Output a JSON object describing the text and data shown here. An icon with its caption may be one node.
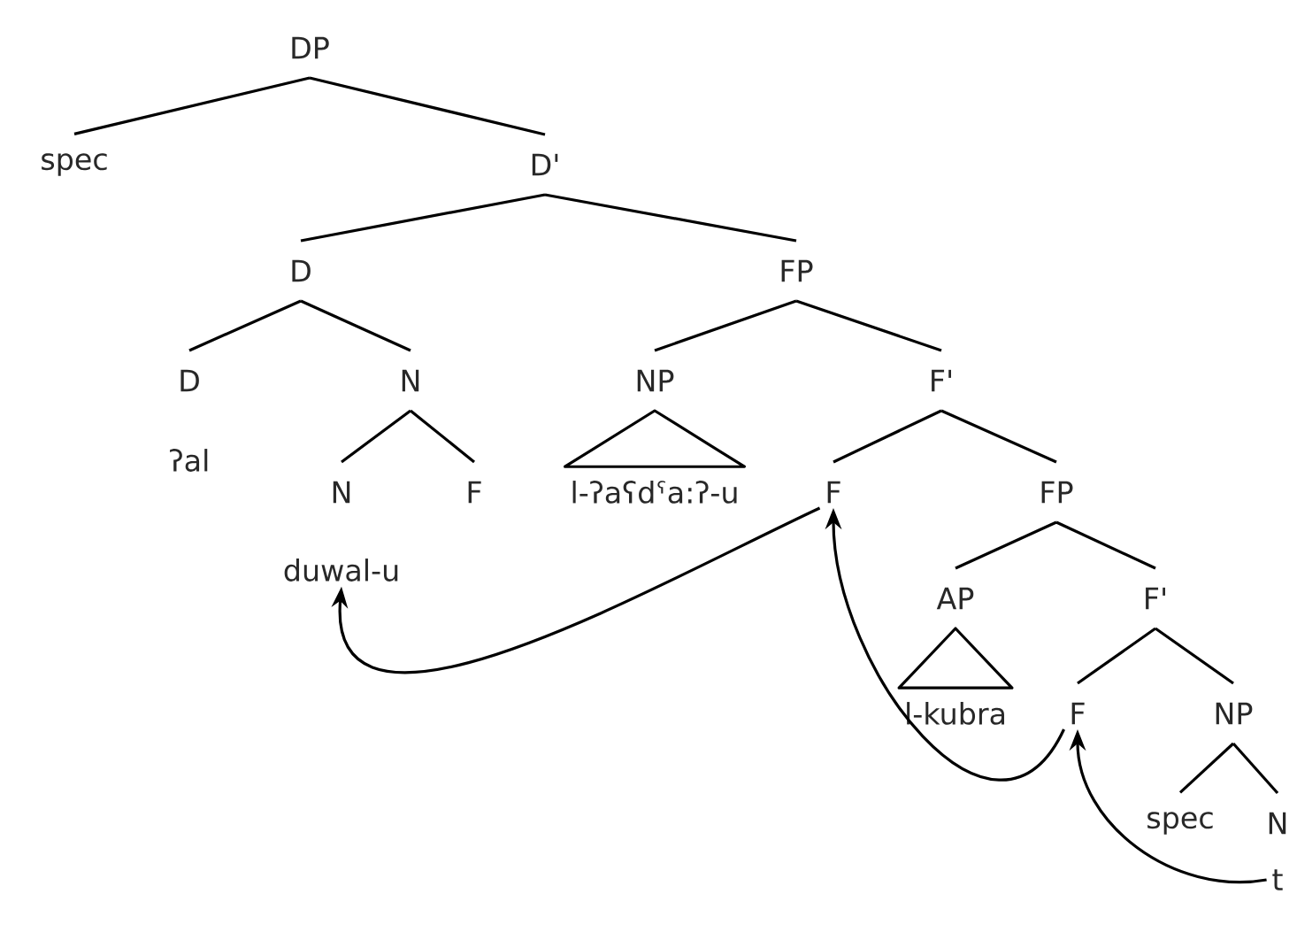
{
  "diagram": {
    "nodes": [
      {
        "text": [
          "DP"
        ]
      },
      {
        "text": [
          "spec"
        ]
      },
      {
        "text": [
          "D'"
        ]
      },
      {
        "text": [
          "D"
        ]
      },
      {
        "text": [
          "FP"
        ]
      },
      {
        "text": [
          "D"
        ],
        "beside": [
          "ʔal"
        ]
      },
      {
        "text": [
          "N"
        ]
      },
      {
        "text": [
          "NP"
        ]
      },
      {
        "text": [
          "F'"
        ]
      },
      {
        "text": [
          "N"
        ]
      },
      {
        "text": [
          "F"
        ]
      },
      {
        "text": [
          "l-ʔaʕdˤa:ʔ-u"
        ]
      },
      {
        "text": [
          "F"
        ]
      },
      {
        "text": [
          "FP"
        ]
      },
      {
        "text": [
          "duwal-u"
        ]
      },
      {
        "text": [
          "AP"
        ]
      },
      {
        "text": [
          "F'"
        ]
      },
      {
        "text": [
          "l-kubra"
        ]
      },
      {
        "text": [
          "F"
        ]
      },
      {
        "text": [
          "NP"
        ]
      },
      {
        "text": [
          "spec"
        ]
      },
      {
        "text": [
          "N"
        ]
      },
      {
        "text": [
          "t"
        ]
      }
    ],
    "edges": [
      {
        "from": 0,
        "to": 1,
        "arrow": "none"
      },
      {
        "from": 0,
        "to": 2,
        "arrow": "none"
      },
      {
        "from": 2,
        "to": 3,
        "arrow": "none"
      },
      {
        "from": 2,
        "to": 4,
        "arrow": "none"
      },
      {
        "from": 3,
        "to": 5,
        "arrow": "none"
      },
      {
        "from": 3,
        "to": 6,
        "arrow": "none"
      },
      {
        "from": 4,
        "to": 7,
        "arrow": "none"
      },
      {
        "from": 4,
        "to": 8,
        "arrow": "none"
      },
      {
        "from": 6,
        "to": 9,
        "arrow": "none"
      },
      {
        "from": 6,
        "to": 10,
        "arrow": "none"
      },
      {
        "from": 7,
        "to": 11,
        "arrow": "none"
      },
      {
        "from": 8,
        "to": 12,
        "arrow": "none"
      },
      {
        "from": 8,
        "to": 13,
        "arrow": "none"
      },
      {
        "from": 13,
        "to": 15,
        "arrow": "none"
      },
      {
        "from": 13,
        "to": 16,
        "arrow": "none"
      },
      {
        "from": 15,
        "to": 17,
        "arrow": "none"
      },
      {
        "from": 16,
        "to": 18,
        "arrow": "none"
      },
      {
        "from": 16,
        "to": 19,
        "arrow": "none"
      },
      {
        "from": 19,
        "to": 20,
        "arrow": "none"
      },
      {
        "from": 19,
        "to": 21,
        "arrow": "none"
      },
      {
        "from": 12,
        "to": 14,
        "arrow": "to"
      },
      {
        "from": 18,
        "to": 12,
        "arrow": "to"
      },
      {
        "from": 22,
        "to": 18,
        "arrow": "to"
      }
    ]
  }
}
